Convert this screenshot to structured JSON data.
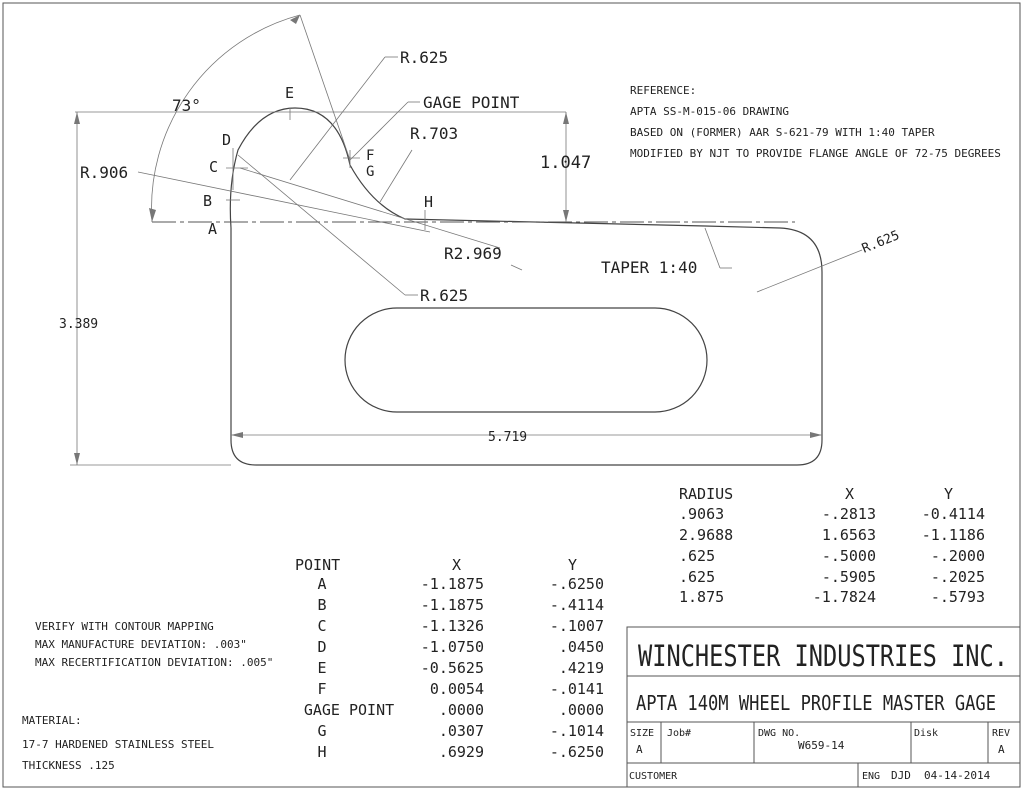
{
  "labels": {
    "r625_top": "R.625",
    "gage_point": "GAGE POINT",
    "angle": "73°",
    "E": "E",
    "D": "D",
    "C": "C",
    "B": "B",
    "A": "A",
    "F": "F",
    "G": "G",
    "H": "H",
    "r703": "R.703",
    "r906": "R.906",
    "dim1047": "1.047",
    "r2969": "R2.969",
    "taper": "TAPER 1:40",
    "r625_right": "R.625",
    "r625_bottom": "R.625",
    "dim3389": "3.389",
    "dim5719": "5.719"
  },
  "reference": [
    "REFERENCE:",
    "APTA SS-M-015-06 DRAWING",
    "BASED ON (FORMER) AAR S-621-79 WITH 1:40 TAPER",
    "MODIFIED BY NJT TO PROVIDE FLANGE ANGLE OF 72-75 DEGREES"
  ],
  "radius_table": {
    "headers": [
      "RADIUS",
      "X",
      "Y"
    ],
    "rows": [
      [
        ".9063",
        "-.2813",
        "-0.4114"
      ],
      [
        "2.9688",
        "1.6563",
        "-1.1186"
      ],
      [
        ".625",
        "-.5000",
        "-.2000"
      ],
      [
        ".625",
        "-.5905",
        "-.2025"
      ],
      [
        "1.875",
        "-1.7824",
        "-.5793"
      ]
    ]
  },
  "point_table": {
    "headers": [
      "POINT",
      "X",
      "Y"
    ],
    "rows": [
      [
        "A",
        "-1.1875",
        "-.6250"
      ],
      [
        "B",
        "-1.1875",
        "-.4114"
      ],
      [
        "C",
        "-1.1326",
        "-.1007"
      ],
      [
        "D",
        "-1.0750",
        ".0450"
      ],
      [
        "E",
        "-0.5625",
        ".4219"
      ],
      [
        "F",
        "0.0054",
        "-.0141"
      ],
      [
        "GAGE POINT",
        ".0000",
        ".0000"
      ],
      [
        "G",
        ".0307",
        "-.1014"
      ],
      [
        "H",
        ".6929",
        "-.6250"
      ]
    ]
  },
  "notes": [
    "VERIFY WITH CONTOUR MAPPING",
    "MAX MANUFACTURE DEVIATION: .003\"",
    "MAX RECERTIFICATION DEVIATION: .005\""
  ],
  "material": [
    "MATERIAL:",
    "17-7 HARDENED STAINLESS STEEL",
    "THICKNESS .125"
  ],
  "title_block": {
    "company": "WINCHESTER INDUSTRIES INC.",
    "title": "APTA 140M WHEEL PROFILE MASTER GAGE",
    "size_label": "SIZE",
    "size_value": "A",
    "job_label": "Job#",
    "dwg_label": "DWG NO.",
    "dwg_value": "W659-14",
    "disk_label": "Disk",
    "rev_label": "REV",
    "rev_value": "A",
    "customer_label": "CUSTOMER",
    "eng_label": "ENG",
    "eng_value": "DJD",
    "date": "04-14-2014"
  }
}
